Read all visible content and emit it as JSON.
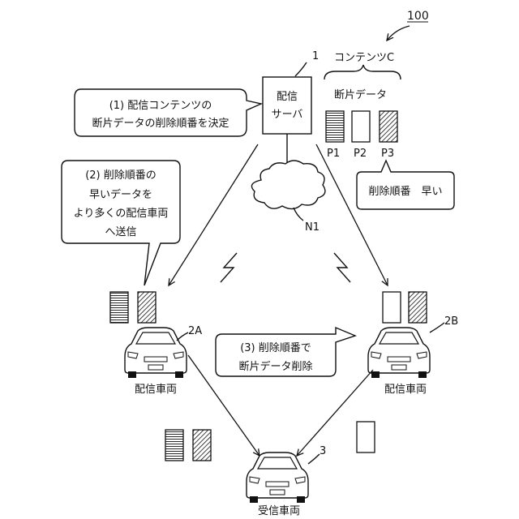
{
  "figure_number": "100",
  "server": {
    "ref": "1",
    "line1": "配信",
    "line2": "サーバ"
  },
  "content": {
    "title": "コンテンツC",
    "fragments_label": "断片データ"
  },
  "fragments": [
    {
      "label": "P1",
      "pattern": "horizontal"
    },
    {
      "label": "P2",
      "pattern": "blank"
    },
    {
      "label": "P3",
      "pattern": "diagonal"
    }
  ],
  "priority_note": "削除順番　早い",
  "network_label": "N1",
  "callout1": {
    "line1": "(1) 配信コンテンツの",
    "line2": "断片データの削除順番を決定"
  },
  "callout2": {
    "line1": "(2) 削除順番の",
    "line2": "早いデータを",
    "line3": "より多くの配信車両",
    "line4": "へ送信"
  },
  "callout3": {
    "line1": "(3) 削除順番で",
    "line2": "断片データ削除"
  },
  "vehicles": [
    {
      "ref": "2A",
      "label": "配信車両"
    },
    {
      "ref": "2B",
      "label": "配信車両"
    },
    {
      "ref": "3",
      "label": "受信車両"
    }
  ]
}
